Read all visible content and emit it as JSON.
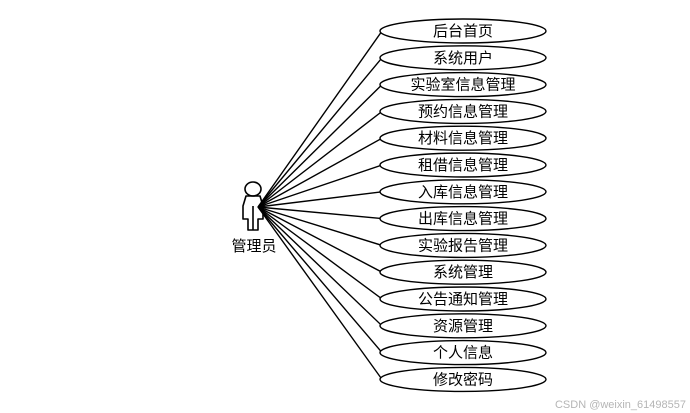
{
  "actor": {
    "label": "管理员"
  },
  "use_cases": [
    "后台首页",
    "系统用户",
    "实验室信息管理",
    "预约信息管理",
    "材料信息管理",
    "租借信息管理",
    "入库信息管理",
    "出库信息管理",
    "实验报告管理",
    "系统管理",
    "公告通知管理",
    "资源管理",
    "个人信息",
    "修改密码"
  ],
  "watermark": "CSDN @weixin_61498557"
}
